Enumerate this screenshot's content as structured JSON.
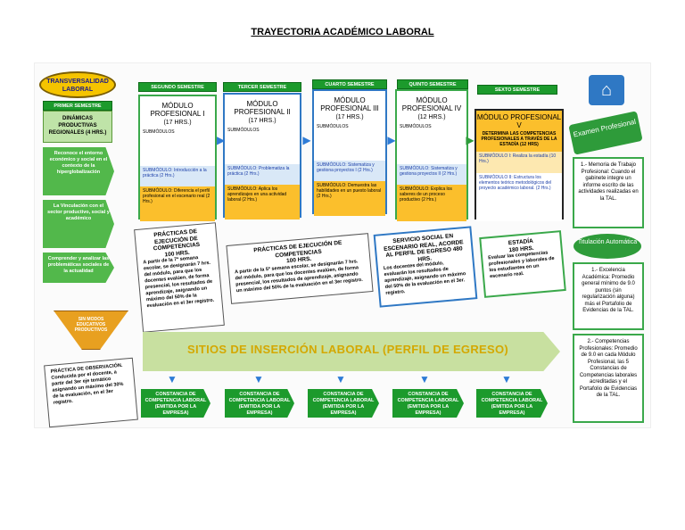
{
  "title": "TRAYECTORIA ACADÉMICO LABORAL",
  "transversalidad": "TRANSVERSALIDAD LABORAL",
  "primer": {
    "label": "PRIMER SEMESTRE",
    "box": "DINÁMICAS PRODUCTIVAS REGIONALES (4 HRS.)",
    "arrows": [
      "Reconoce el entorno económico y social en el contexto de la hiperglobalización",
      "La Vinculación con el sector productivo, social y académico",
      "Comprender y analizar las problemáticas sociales de la actualidad"
    ],
    "funnel": "SIN MODOS EDUCATIVOS PRODUCTIVOS",
    "observacion": "PRÁCTICA DE OBSERVACIÓN. Conducida por el docente, a partir del 3er eje temático asignando un máximo del 30% de la evaluación, en el 3er registro."
  },
  "semesters": [
    {
      "label": "SEGUNDO SEMESTRE",
      "modulo": "MÓDULO PROFESIONAL I",
      "hrs": "(17 HRS.)",
      "sub": "SUBMÓDULOS",
      "blue": "SUBMÓDULO: Introducción a la práctica (2 Hrs.)",
      "orange": "SUBMÓDULO: Diferencia el perfil profesional en el escenario real (2 Hrs.)"
    },
    {
      "label": "TERCER SEMESTRE",
      "modulo": "MÓDULO PROFESIONAL II",
      "hrs": "(17 HRS.)",
      "sub": "SUBMÓDULOS",
      "blue": "SUBMÓDULO: Problematiza la práctica (2 Hrs.)",
      "orange": "SUBMÓDULO: Aplica los aprendizajes en una actividad laboral (2 Hrs.)"
    },
    {
      "label": "CUARTO SEMESTRE",
      "modulo": "MÓDULO PROFESIONAL III",
      "hrs": "(17 HRS.)",
      "sub": "SUBMÓDULOS",
      "blue": "SUBMÓDULO: Sistematiza y gestiona proyectos I (2 Hrs.)",
      "orange": "SUBMÓDULO: Demuestra las habilidades en un puesto laboral (2 Hrs.)"
    },
    {
      "label": "QUINTO SEMESTRE",
      "modulo": "MÓDULO PROFESIONAL IV",
      "hrs": "(12 HRS.)",
      "sub": "SUBMÓDULOS",
      "blue": "SUBMÓDULO: Sistematiza y gestiona proyectos II (2 Hrs.)",
      "orange": "SUBMÓDULO: Explica los saberes de un proceso productivo (2 Hrs.)"
    }
  ],
  "sexto": {
    "label": "SEXTO SEMESTRE",
    "modulo": "MÓDULO PROFESIONAL V",
    "desc": "DETERMINA LAS COMPETENCIAS PROFESIONALES A TRAVÉS DE LA ESTADÍA (12 HRS)",
    "blue": "SUBMÓDULO I: Realiza la estadía (10 Hrs.)",
    "orange": "SUBMÓDULO II: Estructura los elementos teórico metodológicos del proyecto académico laboral. (2 Hrs.)"
  },
  "cards": [
    {
      "title": "PRÁCTICAS DE EJECUCIÓN DE COMPETENCIAS",
      "hrs": "100 HRS.",
      "text": "A partir de la 7ª semana escolar, se designarán 7 hrs. del módulo, para que los docentes evalúen, de forma presencial, los resultados de aprendizaje, asignando un máximo del 50% de la evaluación en el 3er registro."
    },
    {
      "title": "PRÁCTICAS DE EJECUCIÓN DE COMPETENCIAS",
      "hrs": "100 HRS.",
      "text": "A partir de la 5ª semana escolar, se designarán 7 hrs. del módulo, para que los docentes evalúen, de forma presencial, los resultados de aprendizaje, asignando un máximo del 50% de la evaluación en el 3er registro."
    },
    {
      "title": "SERVICIO SOCIAL EN ESCENARIO REAL, ACORDE AL PERFIL DE EGRESO 480 HRS.",
      "hrs": "",
      "text": "Los docentes del módulo, evaluarán los resultados de aprendizaje, asignando un máximo del 50% de la evaluación en el 3er. registro."
    },
    {
      "title": "ESTADÍA",
      "hrs": "180 HRS.",
      "text": "Evaluar las competencias profesionales y laborales de los estudiantes en un escenario real."
    }
  ],
  "sitios": "SITIOS DE INSERCIÓN LABORAL (PERFIL DE EGRESO)",
  "constancias": [
    "CONSTANCIA DE COMPETENCIA LABORAL (EMITIDA POR LA EMPRESA)",
    "CONSTANCIA DE COMPETENCIA LABORAL (EMITIDA POR LA EMPRESA)",
    "CONSTANCIA DE COMPETENCIA LABORAL (EMITIDA POR LA EMPRESA)",
    "CONSTANCIA DE COMPETENCIA LABORAL (EMITIDA POR LA EMPRESA)",
    "CONSTANCIA DE COMPETENCIA LABORAL (EMITIDA POR LA EMPRESA)"
  ],
  "right": {
    "examen": "Examen Profesional",
    "memoria": "1.- Memoria de Trabajo Profesional: Cuando el gabinete integre un informe escrito de las actividades realizadas en la TAL.",
    "titulacion": "Titulación Automática",
    "excelencia": "1.- Excelencia Académica: Promedio general mínimo de 9.0 puntos (sin regularización alguna) más el Portafolio de Evidencias de la TAL.",
    "competencias": "2.- Competencias Profesionales: Promedio de 9.0 en cada Módulo Profesional, las 5 Constancias de Competencias laborales acreditadas y el Portafolio de Evidencias de la TAL."
  }
}
